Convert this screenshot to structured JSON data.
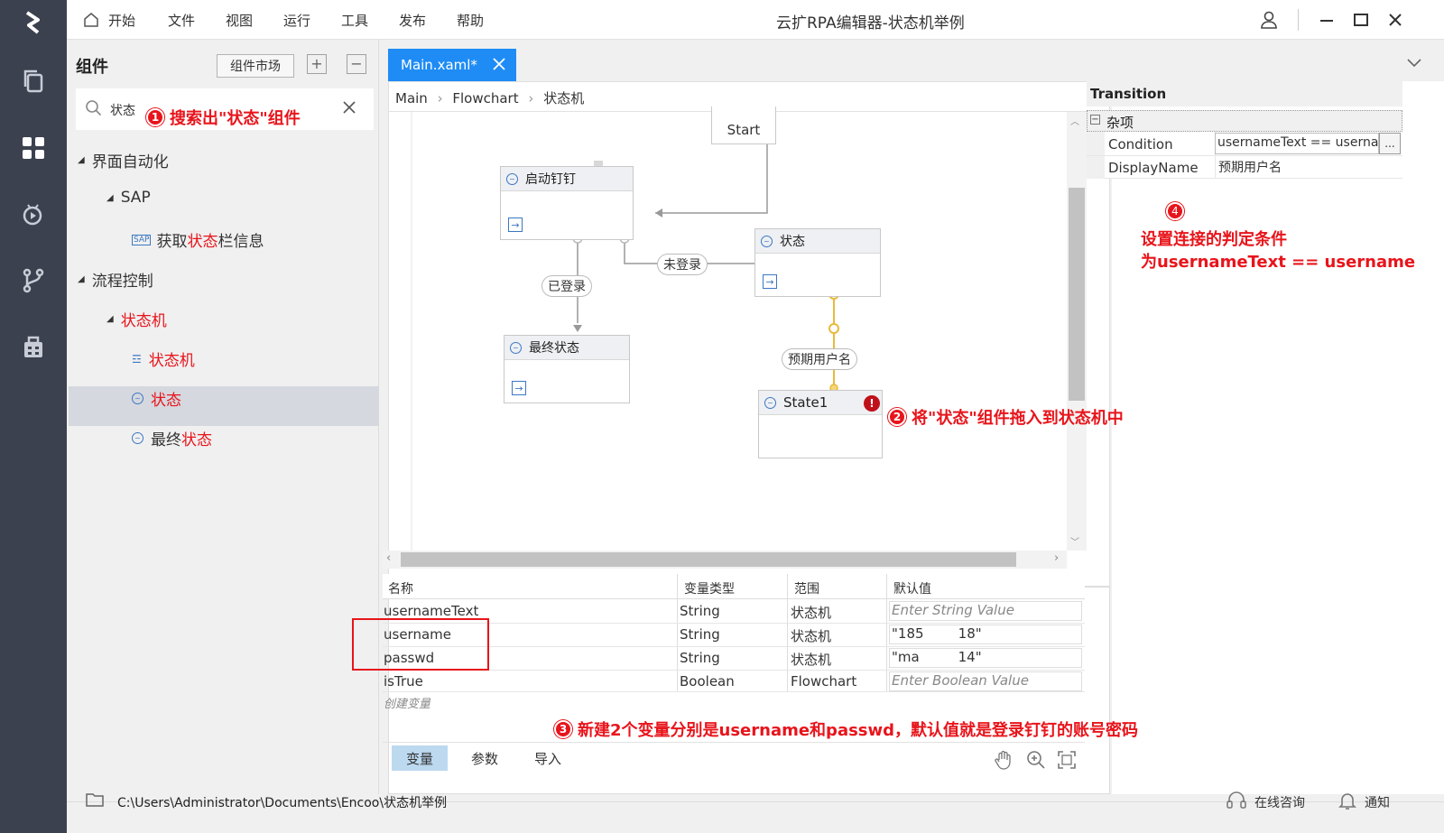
{
  "colors": {
    "accent": "#1f8cf5",
    "annotation": "#e8141b",
    "sidebar": "#3c414f",
    "transition": "#e8b93a"
  },
  "menu": {
    "home": "开始",
    "file": "文件",
    "view": "视图",
    "run": "运行",
    "tools": "工具",
    "publish": "发布",
    "help": "帮助"
  },
  "app_title": "云扩RPA编辑器-状态机举例",
  "left": {
    "title": "组件",
    "market_button": "组件市场",
    "search_value": "状态",
    "tree": [
      {
        "label": "界面自动化"
      },
      {
        "label": "SAP"
      },
      {
        "label_pre": "获取",
        "label_hl": "状态",
        "label_post": "栏信息"
      },
      {
        "label": "流程控制"
      },
      {
        "label": "状态机"
      },
      {
        "label": "状态机"
      },
      {
        "label": "状态"
      },
      {
        "label_pre": "最终",
        "label_hl": "状态"
      }
    ]
  },
  "tab": {
    "label": "Main.xaml*"
  },
  "breadcrumb": [
    "Main",
    "Flowchart",
    "状态机"
  ],
  "canvas": {
    "start": "Start",
    "nodes": {
      "launch": "启动钉钉",
      "state": "状态",
      "final": "最终状态",
      "state1": "State1"
    },
    "labels": {
      "logged_in": "已登录",
      "not_logged": "未登录",
      "expected": "预期用户名"
    }
  },
  "props": {
    "title": "Transition",
    "category": "杂项",
    "rows": [
      {
        "name": "Condition",
        "value": "usernameText == userna"
      },
      {
        "name": "DisplayName",
        "value": "预期用户名"
      }
    ],
    "ellipsis": "..."
  },
  "vars": {
    "headers": [
      "名称",
      "变量类型",
      "范围",
      "默认值"
    ],
    "rows": [
      {
        "name": "usernameText",
        "type": "String",
        "scope": "状态机",
        "default": "Enter String Value",
        "placeholder": true
      },
      {
        "name": "username",
        "type": "String",
        "scope": "状态机",
        "default": "\"185        18\"",
        "placeholder": false
      },
      {
        "name": "passwd",
        "type": "String",
        "scope": "状态机",
        "default": "\"ma         14\"",
        "placeholder": false
      },
      {
        "name": "isTrue",
        "type": "Boolean",
        "scope": "Flowchart",
        "default": "Enter Boolean Value",
        "placeholder": true
      }
    ],
    "create": "创建变量",
    "tabs": [
      "变量",
      "参数",
      "导入"
    ]
  },
  "annotations": {
    "a1": {
      "num": "1",
      "text": "搜索出\"状态\"组件"
    },
    "a2": {
      "num": "2",
      "text": "将\"状态\"组件拖入到状态机中"
    },
    "a3": {
      "num": "3",
      "text": "新建2个变量分别是username和passwd，默认值就是登录钉钉的账号密码"
    },
    "a4": {
      "num": "4",
      "line1": "设置连接的判定条件",
      "line2": "为usernameText == username"
    }
  },
  "status": {
    "path": "C:\\Users\\Administrator\\Documents\\Encoo\\状态机举例",
    "consult": "在线咨询",
    "notify": "通知"
  }
}
